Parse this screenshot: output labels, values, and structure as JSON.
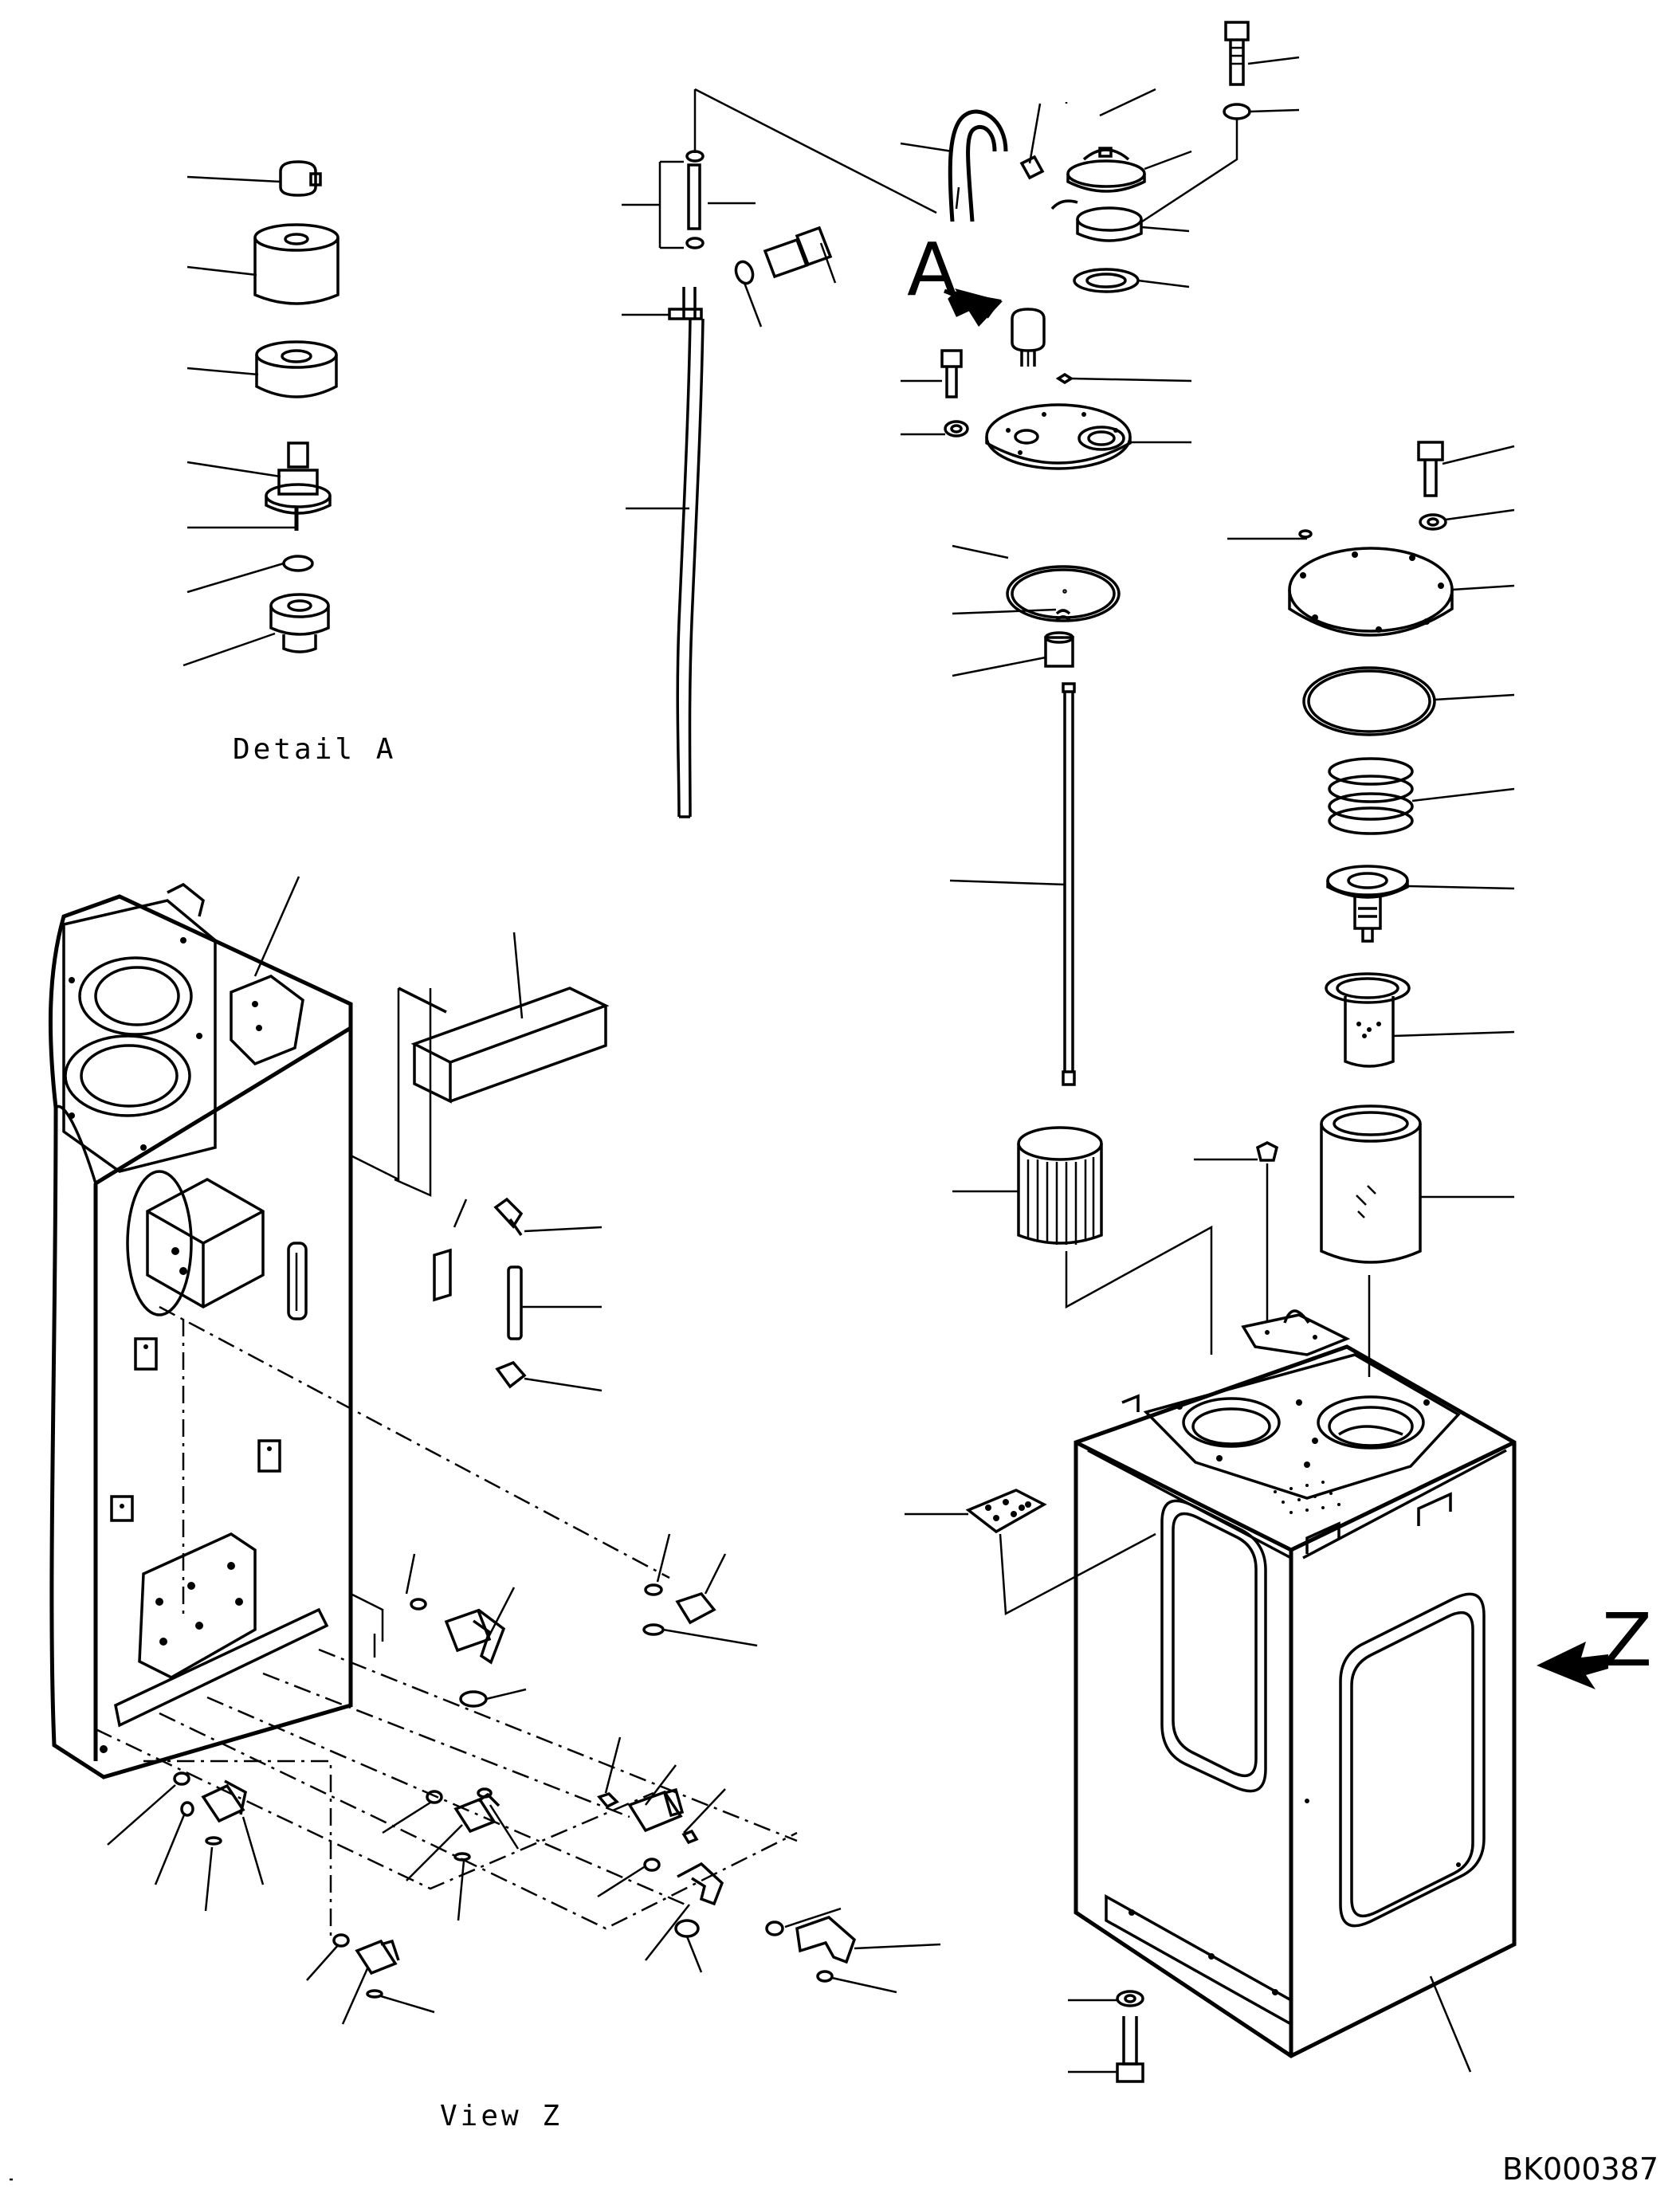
{
  "labels": {
    "detail_a": "Detail A",
    "view_z": "View Z",
    "arrow_a": "A",
    "arrow_z": "Z",
    "drawing_code": "BK000387"
  },
  "colors": {
    "ink": "#000000",
    "paper": "#ffffff"
  }
}
